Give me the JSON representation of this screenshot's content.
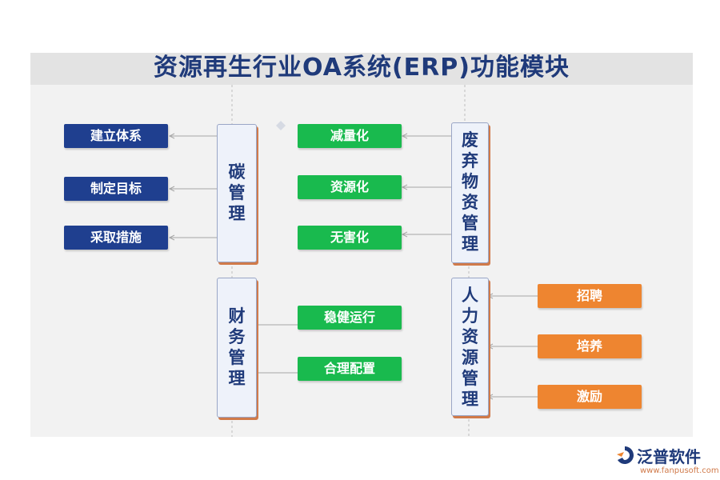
{
  "title": "资源再生行业OA系统(ERP)功能模块",
  "modules": {
    "carbon": {
      "label": "碳管理",
      "items": [
        "建立体系",
        "制定目标",
        "采取措施"
      ]
    },
    "waste": {
      "label": "废弃物资管理",
      "items": [
        "减量化",
        "资源化",
        "无害化"
      ]
    },
    "finance": {
      "label": "财务管理",
      "items": [
        "稳健运行",
        "合理配置"
      ]
    },
    "hr": {
      "label": "人力资源管理",
      "items": [
        "招聘",
        "培养",
        "激励"
      ]
    }
  },
  "logo": {
    "name": "泛普软件",
    "url": "www.fanpusoft.com"
  },
  "colors": {
    "title": "#1f3a7a",
    "blue": "#1f3f8f",
    "green": "#19ba4e",
    "orange": "#ee8530"
  }
}
